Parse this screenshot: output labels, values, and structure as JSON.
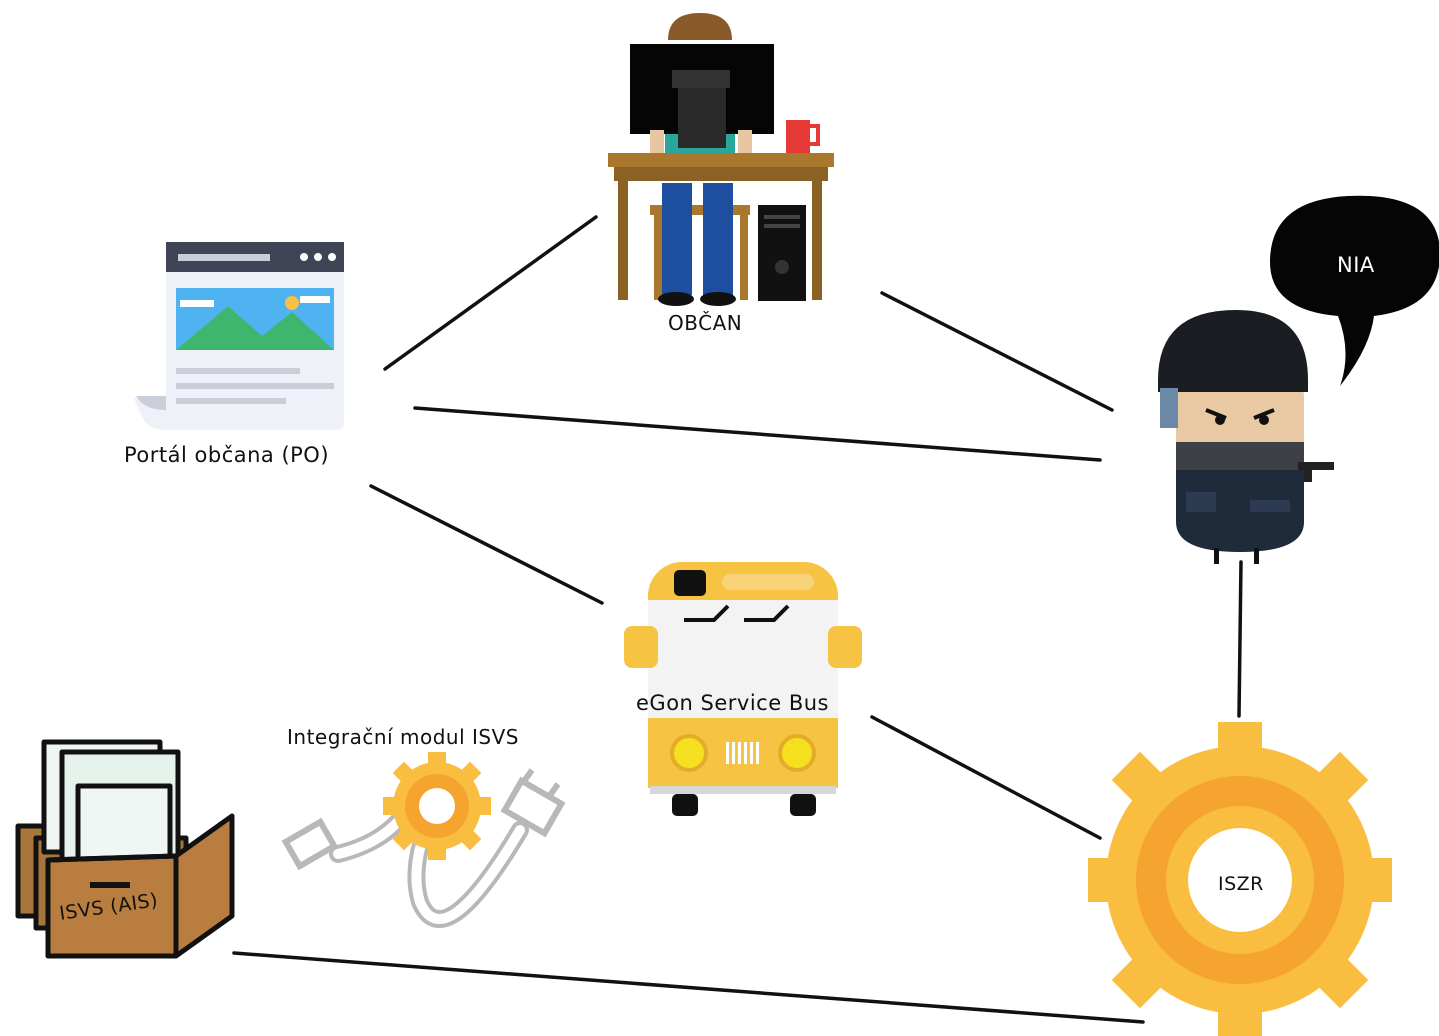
{
  "nodes": {
    "obcan": {
      "label": "OBČAN",
      "icon": "citizen-at-desk-icon"
    },
    "portal": {
      "label": "Portál občana (PO)",
      "icon": "web-page-icon"
    },
    "nia": {
      "label": "NIA",
      "icon": "security-guard-icon"
    },
    "bus": {
      "label": "eGon Service Bus",
      "icon": "bus-icon"
    },
    "modul": {
      "label": "Integrační modul ISVS",
      "icon": "gear-plug-icon"
    },
    "isvs": {
      "label": "ISVS (AIS)",
      "icon": "file-boxes-icon"
    },
    "iszr": {
      "label": "ISZR",
      "icon": "gear-icon"
    }
  },
  "connections": [
    [
      "obcan",
      "portal"
    ],
    [
      "obcan",
      "nia"
    ],
    [
      "portal",
      "nia"
    ],
    [
      "portal",
      "bus"
    ],
    [
      "nia",
      "iszr"
    ],
    [
      "bus",
      "iszr"
    ],
    [
      "isvs",
      "iszr"
    ]
  ],
  "colors": {
    "line": "#111111",
    "gear_outer": "#f9bd3f",
    "gear_inner": "#f5a52f",
    "bus_yellow": "#f6c343",
    "box_brown": "#b87d3f",
    "desk_brown": "#a9782c"
  }
}
